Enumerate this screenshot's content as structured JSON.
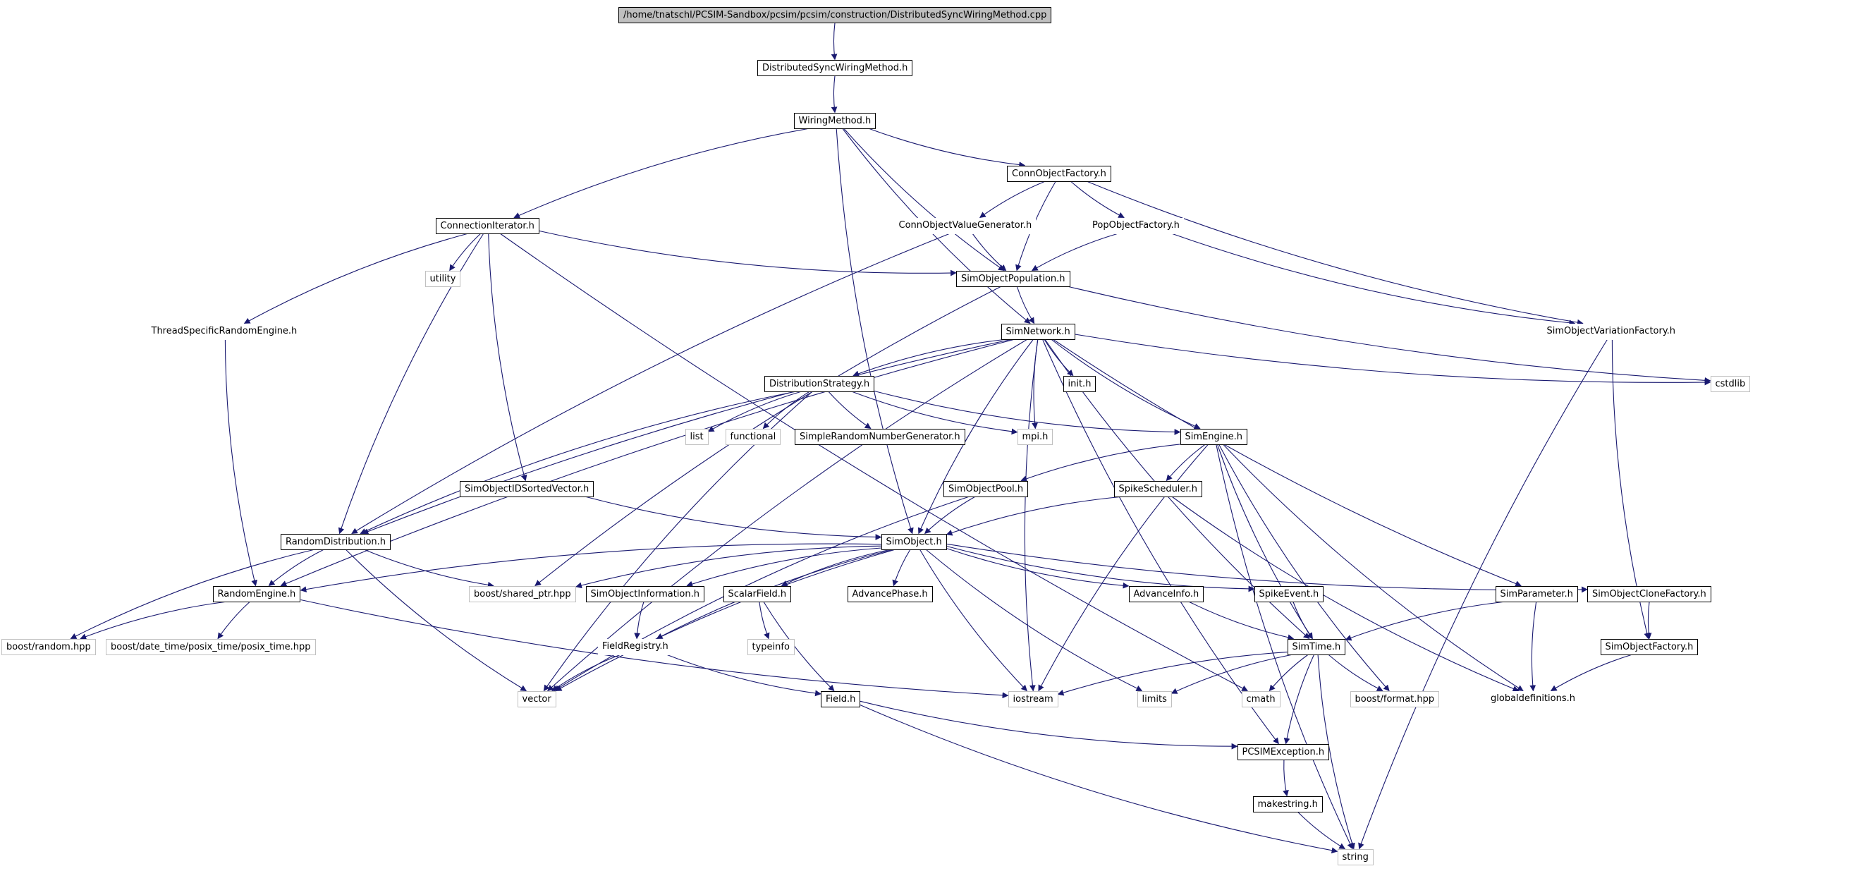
{
  "colors": {
    "edge": "#191970",
    "local_border": "#000000",
    "system_border": "#c0c0c0",
    "truncated_border": "#ff0000",
    "root_fill": "#bfbfbf"
  },
  "nodes": [
    {
      "id": "root",
      "label": "/home/tnatschl/PCSIM-Sandbox/pcsim/pcsim/construction/DistributedSyncWiringMethod.cpp",
      "kind": "root"
    },
    {
      "id": "dswm",
      "label": "DistributedSyncWiringMethod.h",
      "kind": "local"
    },
    {
      "id": "wm",
      "label": "WiringMethod.h",
      "kind": "local"
    },
    {
      "id": "cof",
      "label": "ConnObjectFactory.h",
      "kind": "local"
    },
    {
      "id": "ci",
      "label": "ConnectionIterator.h",
      "kind": "local"
    },
    {
      "id": "covg",
      "label": "ConnObjectValueGenerator.h",
      "kind": "truncated"
    },
    {
      "id": "pof",
      "label": "PopObjectFactory.h",
      "kind": "truncated"
    },
    {
      "id": "utility",
      "label": "utility",
      "kind": "system"
    },
    {
      "id": "sop",
      "label": "SimObjectPopulation.h",
      "kind": "local"
    },
    {
      "id": "tsre",
      "label": "ThreadSpecificRandomEngine.h",
      "kind": "truncated"
    },
    {
      "id": "sn",
      "label": "SimNetwork.h",
      "kind": "local"
    },
    {
      "id": "sovf",
      "label": "SimObjectVariationFactory.h",
      "kind": "truncated"
    },
    {
      "id": "init",
      "label": "init.h",
      "kind": "local"
    },
    {
      "id": "cstdlib",
      "label": "cstdlib",
      "kind": "system"
    },
    {
      "id": "ds",
      "label": "DistributionStrategy.h",
      "kind": "local"
    },
    {
      "id": "list",
      "label": "list",
      "kind": "system"
    },
    {
      "id": "functional",
      "label": "functional",
      "kind": "system"
    },
    {
      "id": "srng",
      "label": "SimpleRandomNumberGenerator.h",
      "kind": "local"
    },
    {
      "id": "mpi",
      "label": "mpi.h",
      "kind": "system"
    },
    {
      "id": "se",
      "label": "SimEngine.h",
      "kind": "local"
    },
    {
      "id": "soidsv",
      "label": "SimObjectIDSortedVector.h",
      "kind": "local"
    },
    {
      "id": "sopool",
      "label": "SimObjectPool.h",
      "kind": "local"
    },
    {
      "id": "ss",
      "label": "SpikeScheduler.h",
      "kind": "local"
    },
    {
      "id": "rd",
      "label": "RandomDistribution.h",
      "kind": "local"
    },
    {
      "id": "so",
      "label": "SimObject.h",
      "kind": "local"
    },
    {
      "id": "re",
      "label": "RandomEngine.h",
      "kind": "local"
    },
    {
      "id": "bsp",
      "label": "boost/shared_ptr.hpp",
      "kind": "system"
    },
    {
      "id": "soi",
      "label": "SimObjectInformation.h",
      "kind": "local"
    },
    {
      "id": "sf",
      "label": "ScalarField.h",
      "kind": "local"
    },
    {
      "id": "ap",
      "label": "AdvancePhase.h",
      "kind": "local"
    },
    {
      "id": "ai",
      "label": "AdvanceInfo.h",
      "kind": "local"
    },
    {
      "id": "spe",
      "label": "SpikeEvent.h",
      "kind": "local"
    },
    {
      "id": "sp",
      "label": "SimParameter.h",
      "kind": "local"
    },
    {
      "id": "socf",
      "label": "SimObjectCloneFactory.h",
      "kind": "local"
    },
    {
      "id": "br",
      "label": "boost/random.hpp",
      "kind": "system"
    },
    {
      "id": "bdt",
      "label": "boost/date_time/posix_time/posix_time.hpp",
      "kind": "system"
    },
    {
      "id": "fr",
      "label": "FieldRegistry.h",
      "kind": "truncated"
    },
    {
      "id": "typeinfo",
      "label": "typeinfo",
      "kind": "system"
    },
    {
      "id": "st",
      "label": "SimTime.h",
      "kind": "local"
    },
    {
      "id": "sofac",
      "label": "SimObjectFactory.h",
      "kind": "local"
    },
    {
      "id": "vector",
      "label": "vector",
      "kind": "system"
    },
    {
      "id": "field",
      "label": "Field.h",
      "kind": "local"
    },
    {
      "id": "iostream",
      "label": "iostream",
      "kind": "system"
    },
    {
      "id": "limits",
      "label": "limits",
      "kind": "system"
    },
    {
      "id": "cmath",
      "label": "cmath",
      "kind": "system"
    },
    {
      "id": "bfmt",
      "label": "boost/format.hpp",
      "kind": "system"
    },
    {
      "id": "gd",
      "label": "globaldefinitions.h",
      "kind": "truncated"
    },
    {
      "id": "pcsimex",
      "label": "PCSIMException.h",
      "kind": "local"
    },
    {
      "id": "makestring",
      "label": "makestring.h",
      "kind": "local"
    },
    {
      "id": "string",
      "label": "string",
      "kind": "system"
    }
  ],
  "edges": [
    [
      "root",
      "dswm"
    ],
    [
      "dswm",
      "wm"
    ],
    [
      "wm",
      "cof"
    ],
    [
      "wm",
      "ci"
    ],
    [
      "wm",
      "sop"
    ],
    [
      "wm",
      "sn"
    ],
    [
      "wm",
      "so"
    ],
    [
      "cof",
      "covg"
    ],
    [
      "cof",
      "pof"
    ],
    [
      "cof",
      "sop"
    ],
    [
      "cof",
      "sovf"
    ],
    [
      "covg",
      "sop"
    ],
    [
      "covg",
      "rd"
    ],
    [
      "pof",
      "sop"
    ],
    [
      "pof",
      "sovf"
    ],
    [
      "ci",
      "utility"
    ],
    [
      "ci",
      "tsre"
    ],
    [
      "ci",
      "sop"
    ],
    [
      "ci",
      "soidsv"
    ],
    [
      "ci",
      "rd"
    ],
    [
      "ci",
      "cmath"
    ],
    [
      "sop",
      "sn"
    ],
    [
      "sop",
      "bsp"
    ],
    [
      "sop",
      "cstdlib"
    ],
    [
      "tsre",
      "re"
    ],
    [
      "sn",
      "init"
    ],
    [
      "sn",
      "ds"
    ],
    [
      "sn",
      "mpi"
    ],
    [
      "sn",
      "se"
    ],
    [
      "sn",
      "cstdlib"
    ],
    [
      "sn",
      "rd"
    ],
    [
      "sn",
      "re"
    ],
    [
      "sn",
      "so"
    ],
    [
      "sn",
      "vector"
    ],
    [
      "sn",
      "iostream"
    ],
    [
      "sn",
      "st"
    ],
    [
      "sn",
      "sp"
    ],
    [
      "sn",
      "pcsimex"
    ],
    [
      "sovf",
      "sofac"
    ],
    [
      "sovf",
      "string"
    ],
    [
      "ds",
      "list"
    ],
    [
      "ds",
      "functional"
    ],
    [
      "ds",
      "srng"
    ],
    [
      "ds",
      "mpi"
    ],
    [
      "ds",
      "se"
    ],
    [
      "ds",
      "rd"
    ],
    [
      "ds",
      "vector"
    ],
    [
      "se",
      "sopool"
    ],
    [
      "se",
      "ss"
    ],
    [
      "se",
      "iostream"
    ],
    [
      "se",
      "st"
    ],
    [
      "se",
      "gd"
    ],
    [
      "se",
      "bfmt"
    ],
    [
      "se",
      "string"
    ],
    [
      "soidsv",
      "so"
    ],
    [
      "sopool",
      "so"
    ],
    [
      "sopool",
      "vector"
    ],
    [
      "ss",
      "so"
    ],
    [
      "ss",
      "gd"
    ],
    [
      "rd",
      "re"
    ],
    [
      "rd",
      "bsp"
    ],
    [
      "rd",
      "br"
    ],
    [
      "rd",
      "vector"
    ],
    [
      "so",
      "re"
    ],
    [
      "so",
      "bsp"
    ],
    [
      "so",
      "soi"
    ],
    [
      "so",
      "sf"
    ],
    [
      "so",
      "ap"
    ],
    [
      "so",
      "ai"
    ],
    [
      "so",
      "spe"
    ],
    [
      "so",
      "socf"
    ],
    [
      "so",
      "fr"
    ],
    [
      "so",
      "vector"
    ],
    [
      "so",
      "iostream"
    ],
    [
      "so",
      "limits"
    ],
    [
      "re",
      "br"
    ],
    [
      "re",
      "bdt"
    ],
    [
      "re",
      "iostream"
    ],
    [
      "soi",
      "fr"
    ],
    [
      "sf",
      "typeinfo"
    ],
    [
      "sf",
      "field"
    ],
    [
      "ai",
      "st"
    ],
    [
      "spe",
      "st"
    ],
    [
      "sp",
      "st"
    ],
    [
      "sp",
      "gd"
    ],
    [
      "socf",
      "sofac"
    ],
    [
      "sofac",
      "gd"
    ],
    [
      "fr",
      "vector"
    ],
    [
      "fr",
      "field"
    ],
    [
      "st",
      "iostream"
    ],
    [
      "st",
      "limits"
    ],
    [
      "st",
      "cmath"
    ],
    [
      "st",
      "bfmt"
    ],
    [
      "st",
      "pcsimex"
    ],
    [
      "st",
      "string"
    ],
    [
      "field",
      "pcsimex"
    ],
    [
      "field",
      "string"
    ],
    [
      "pcsimex",
      "makestring"
    ],
    [
      "makestring",
      "string"
    ]
  ]
}
